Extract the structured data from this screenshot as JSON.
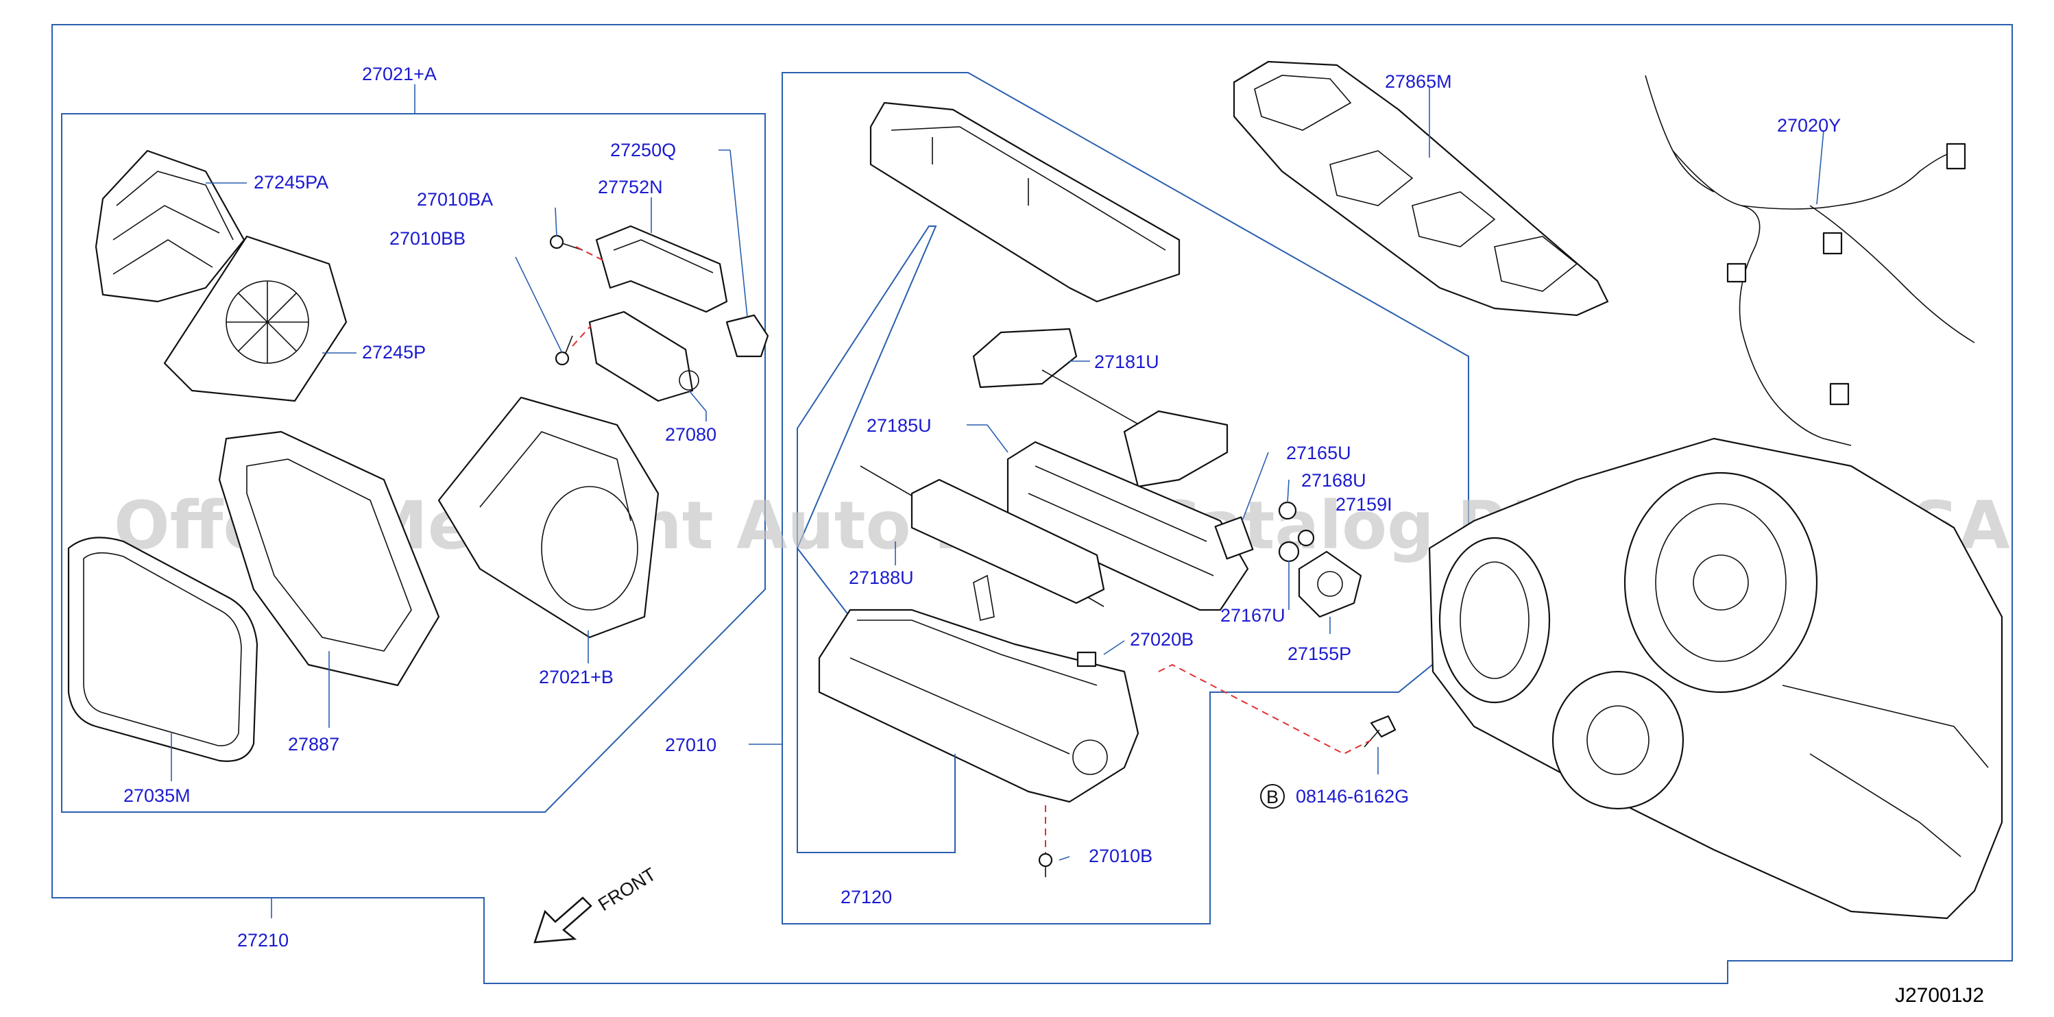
{
  "diagram": {
    "code": "J27001J2",
    "watermark": "Offers Merchant Auto Parts Catalog PARTSTORE.SA",
    "direction": "FRONT",
    "bolt_marker": "B",
    "labels": [
      "27021+A",
      "27245PA",
      "27245P",
      "27010BA",
      "27010BB",
      "27752N",
      "27250Q",
      "27080",
      "27021+B",
      "27887",
      "27035M",
      "27010",
      "27865M",
      "27020Y",
      "27181U",
      "27185U",
      "27188U",
      "27165U",
      "27168U",
      "27159I",
      "27167U",
      "27155P",
      "27020B",
      "08146-6162G",
      "27010B",
      "27120",
      "27210"
    ]
  }
}
